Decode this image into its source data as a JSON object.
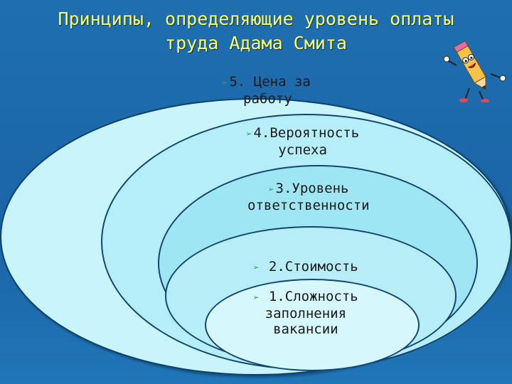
{
  "title_lines": [
    "Принципы, определяющие уровень оплаты",
    "труда Адама Смита"
  ],
  "levels": [
    {
      "number": "5.",
      "line1": "Цена за",
      "line2": "работу"
    },
    {
      "number": "4.",
      "line1": "Вероятность",
      "line2": "успеха"
    },
    {
      "number": "3.",
      "line1": "Уровень",
      "line2": "ответственности"
    },
    {
      "number": "2.",
      "line1": "Стоимость",
      "line2": ""
    },
    {
      "number": "1.",
      "line1": "Сложность",
      "line2": "заполнения",
      "line3": "вакансии"
    }
  ],
  "icons": {
    "bullet": "arrow-bullet-icon",
    "decoration": "pencil-mascot-icon"
  },
  "colors": {
    "background": "#1f6fb0",
    "title": "#ffff66",
    "bullet": "#2ea04a",
    "outline": "#13466f"
  }
}
